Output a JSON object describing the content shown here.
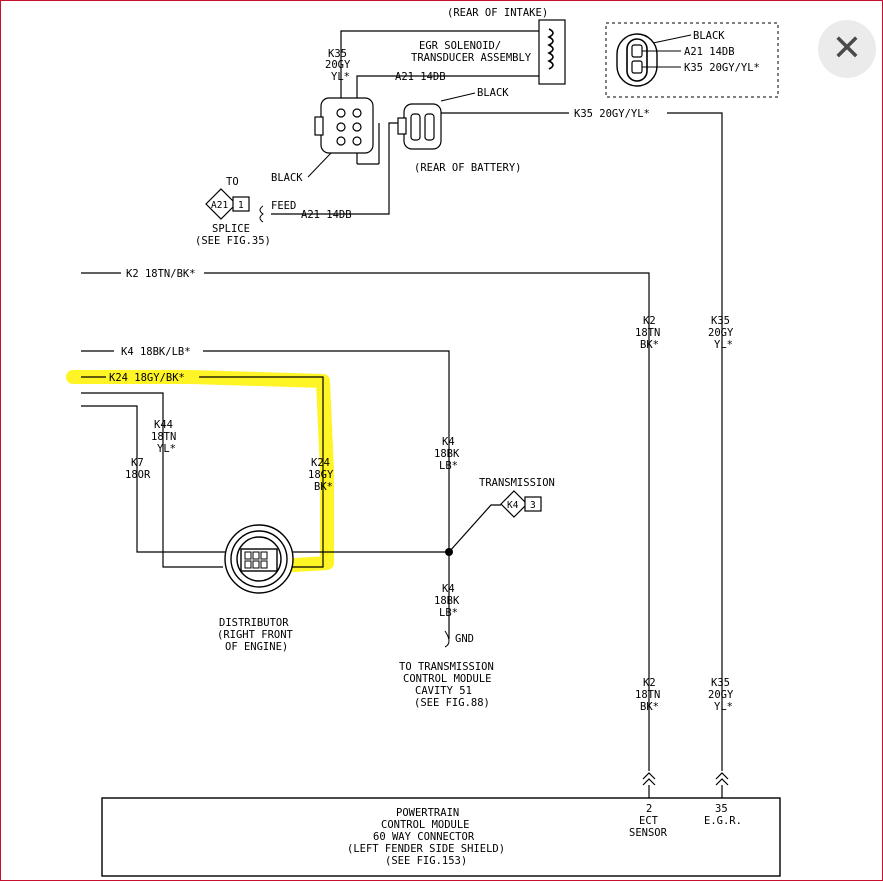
{
  "ui": {
    "close_icon": "close-icon",
    "close_glyph": "✕",
    "frame_color": "#c8102e",
    "highlight_color": "#fff200"
  },
  "labels": {
    "rear_of_intake": "(REAR OF INTAKE)",
    "egr_line1": "EGR SOLENOID/",
    "egr_line2": "TRANSDUCER ASSEMBLY",
    "k35_top_1": "K35",
    "k35_top_2": "20GY",
    "k35_top_3": "YL*",
    "a21_egr": "A21 14DB",
    "black_conn_2": "BLACK",
    "black_conn_1": "BLACK",
    "rear_of_battery": "(REAR OF BATTERY)",
    "k35_horiz": "K35 20GY/YL*",
    "inset_black": "BLACK",
    "inset_a21": "A21 14DB",
    "inset_k35": "K35 20GY/YL*",
    "to": "TO",
    "a21_diamond": "A21",
    "a21_num": "1",
    "feed": "FEED",
    "a21_feed": "A21 14DB",
    "splice": "SPLICE",
    "see_fig35": "(SEE FIG.35)",
    "k2_horiz": "K2 18TN/BK*",
    "k2_v_1": "K2",
    "k2_v_2": "18TN",
    "k2_v_3": "BK*",
    "k35_v_1": "K35",
    "k35_v_2": "20GY",
    "k35_v_3": "YL*",
    "k4_horiz": "K4 18BK/LB*",
    "k24_horiz": "K24 18GY/BK*",
    "k44_1": "K44",
    "k44_2": "18TN",
    "k44_3": "YL*",
    "k7_1": "K7",
    "k7_2": "18OR",
    "k24_v_1": "K24",
    "k24_v_2": "18GY",
    "k24_v_3": "BK*",
    "k4_v_1": "K4",
    "k4_v_2": "18BK",
    "k4_v_3": "LB*",
    "transmission": "TRANSMISSION",
    "k4_diamond": "K4",
    "k4_num": "3",
    "distributor_1": "DISTRIBUTOR",
    "distributor_2": "(RIGHT FRONT",
    "distributor_3": "OF ENGINE)",
    "k4_low_1": "K4",
    "k4_low_2": "18BK",
    "k4_low_3": "LB*",
    "gnd": "GND",
    "tcm_1": "TO TRANSMISSION",
    "tcm_2": "CONTROL MODULE",
    "tcm_3": "CAVITY 51",
    "see_fig88": "(SEE FIG.88)",
    "k2_low_1": "K2",
    "k2_low_2": "18TN",
    "k2_low_3": "BK*",
    "k35_low_1": "K35",
    "k35_low_2": "20GY",
    "k35_low_3": "YL*",
    "pcm_1": "POWERTRAIN",
    "pcm_2": "CONTROL MODULE",
    "pcm_3": "60 WAY CONNECTOR",
    "pcm_4": "(LEFT FENDER SIDE SHIELD)",
    "see_fig153": "(SEE FIG.153)",
    "pin2_num": "2",
    "pin2_1": "ECT",
    "pin2_2": "SENSOR",
    "pin35_num": "35",
    "pin35_1": "E.G.R."
  }
}
